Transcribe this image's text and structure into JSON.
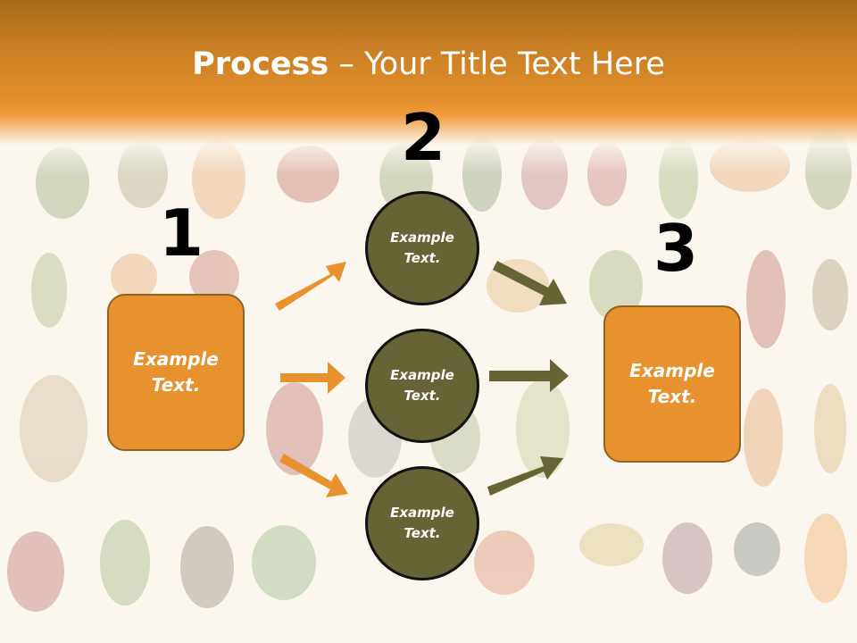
{
  "slide": {
    "title_bold": "Process",
    "title_rest": " – Your Title Text Here"
  },
  "steps": {
    "one": {
      "number": "1",
      "box_line1": "Example",
      "box_line2": "Text."
    },
    "two": {
      "number": "2",
      "circles": [
        {
          "line1": "Example",
          "line2": "Text."
        },
        {
          "line1": "Example",
          "line2": "Text."
        },
        {
          "line1": "Example",
          "line2": "Text."
        }
      ]
    },
    "three": {
      "number": "3",
      "box_line1": "Example",
      "box_line2": "Text."
    }
  },
  "colors": {
    "orange": "#e8922f",
    "olive": "#666434",
    "header": "#e08e2a"
  }
}
